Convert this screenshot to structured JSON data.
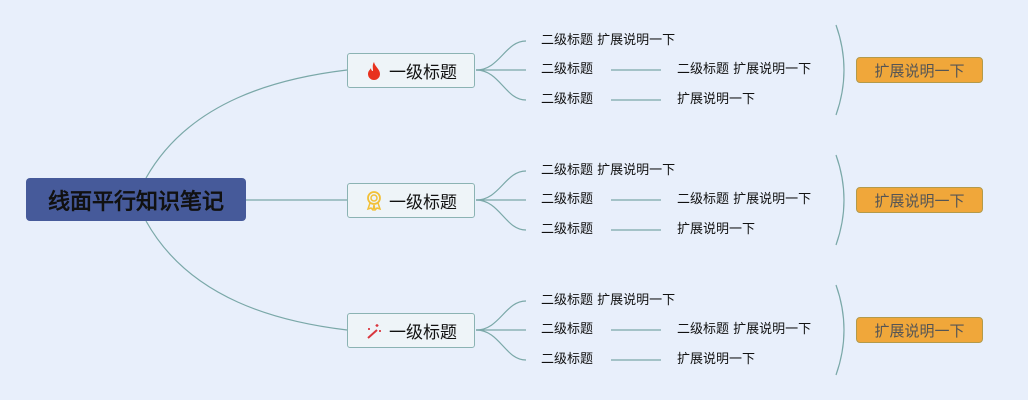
{
  "root": {
    "title": "线面平行知识笔记"
  },
  "branches": [
    {
      "label": "一级标题",
      "icon": "fire-icon",
      "children": [
        {
          "text": "二级标题 扩展说明一下"
        },
        {
          "text": "二级标题",
          "detail": "二级标题 扩展说明一下"
        },
        {
          "text": "二级标题",
          "detail": "扩展说明一下"
        }
      ],
      "summary": "扩展说明一下"
    },
    {
      "label": "一级标题",
      "icon": "award-icon",
      "children": [
        {
          "text": "二级标题 扩展说明一下"
        },
        {
          "text": "二级标题",
          "detail": "二级标题 扩展说明一下"
        },
        {
          "text": "二级标题",
          "detail": "扩展说明一下"
        }
      ],
      "summary": "扩展说明一下"
    },
    {
      "label": "一级标题",
      "icon": "magic-wand-icon",
      "children": [
        {
          "text": "二级标题 扩展说明一下"
        },
        {
          "text": "二级标题",
          "detail": "二级标题 扩展说明一下"
        },
        {
          "text": "二级标题",
          "detail": "扩展说明一下"
        }
      ],
      "summary": "扩展说明一下"
    }
  ],
  "colors": {
    "background": "#e8effb",
    "root": "#465a9a",
    "line": "#7aa8a8",
    "summary": "#f0a73a"
  }
}
